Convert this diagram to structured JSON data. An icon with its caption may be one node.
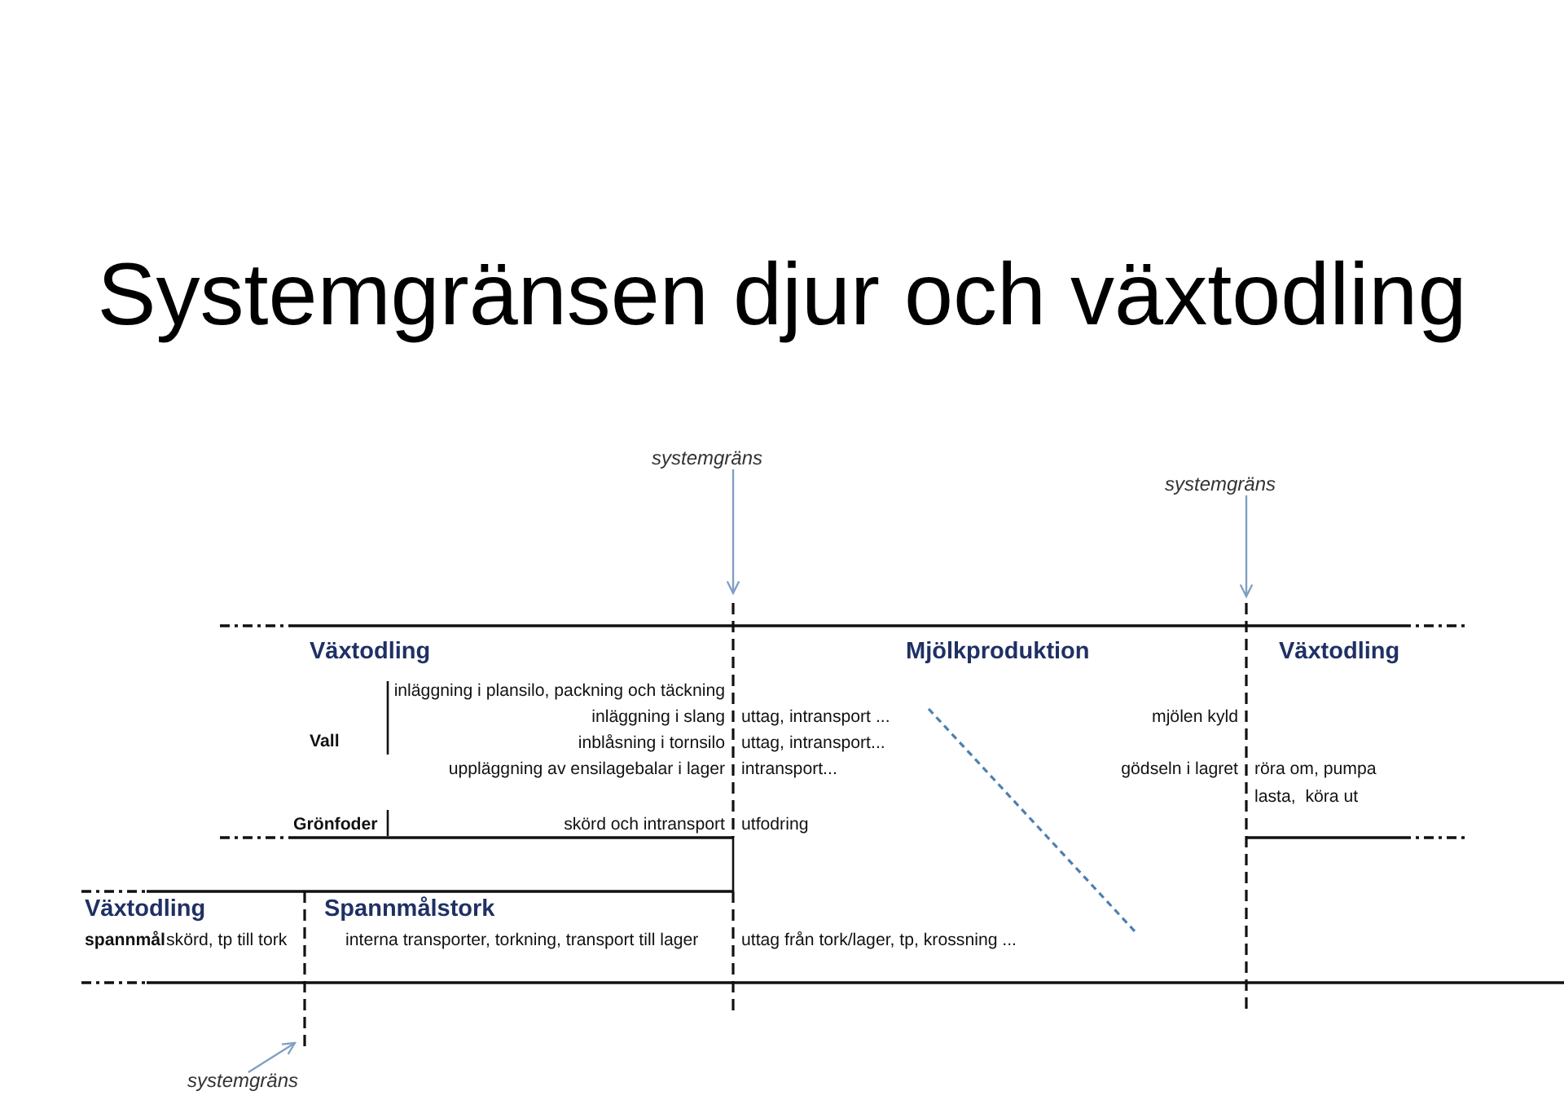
{
  "diagram": {
    "title": "Systemgränsen djur och växtodling",
    "nodes": [
      {
        "text": [
          "systemgräns"
        ]
      },
      {
        "text": [
          "systemgräns"
        ]
      },
      {
        "text": [
          "systemgräns"
        ]
      }
    ],
    "edges": [
      {
        "from": 0,
        "to": null,
        "arrow": "to",
        "color": "#7f9fc4"
      },
      {
        "from": 1,
        "to": null,
        "arrow": "to",
        "color": "#7f9fc4"
      },
      {
        "from": 2,
        "to": null,
        "arrow": "to",
        "color": "#7f9fc4"
      }
    ],
    "labels": [
      "Växtodling",
      "Mjölkproduktion",
      "Växtodling",
      "inläggning i plansilo, packning och täckning",
      "inläggning i slang",
      "uttag, intransport ...",
      "mjölen kyld",
      "Vall",
      "inblåsning i tornsilo",
      "uttag, intransport...",
      "uppläggning av ensilagebalar i lager",
      "intransport...",
      "gödseln i lagret",
      "röra om, pumpa",
      "lasta,  köra ut",
      "Grönfoder",
      "skörd och intransport",
      "utfodring",
      "Växtodling",
      "Spannmålstork",
      "spannmål",
      "skörd, tp till tork",
      "interna transporter, torkning, transport till lager",
      "uttag från tork/lager, tp, krossning ..."
    ]
  }
}
